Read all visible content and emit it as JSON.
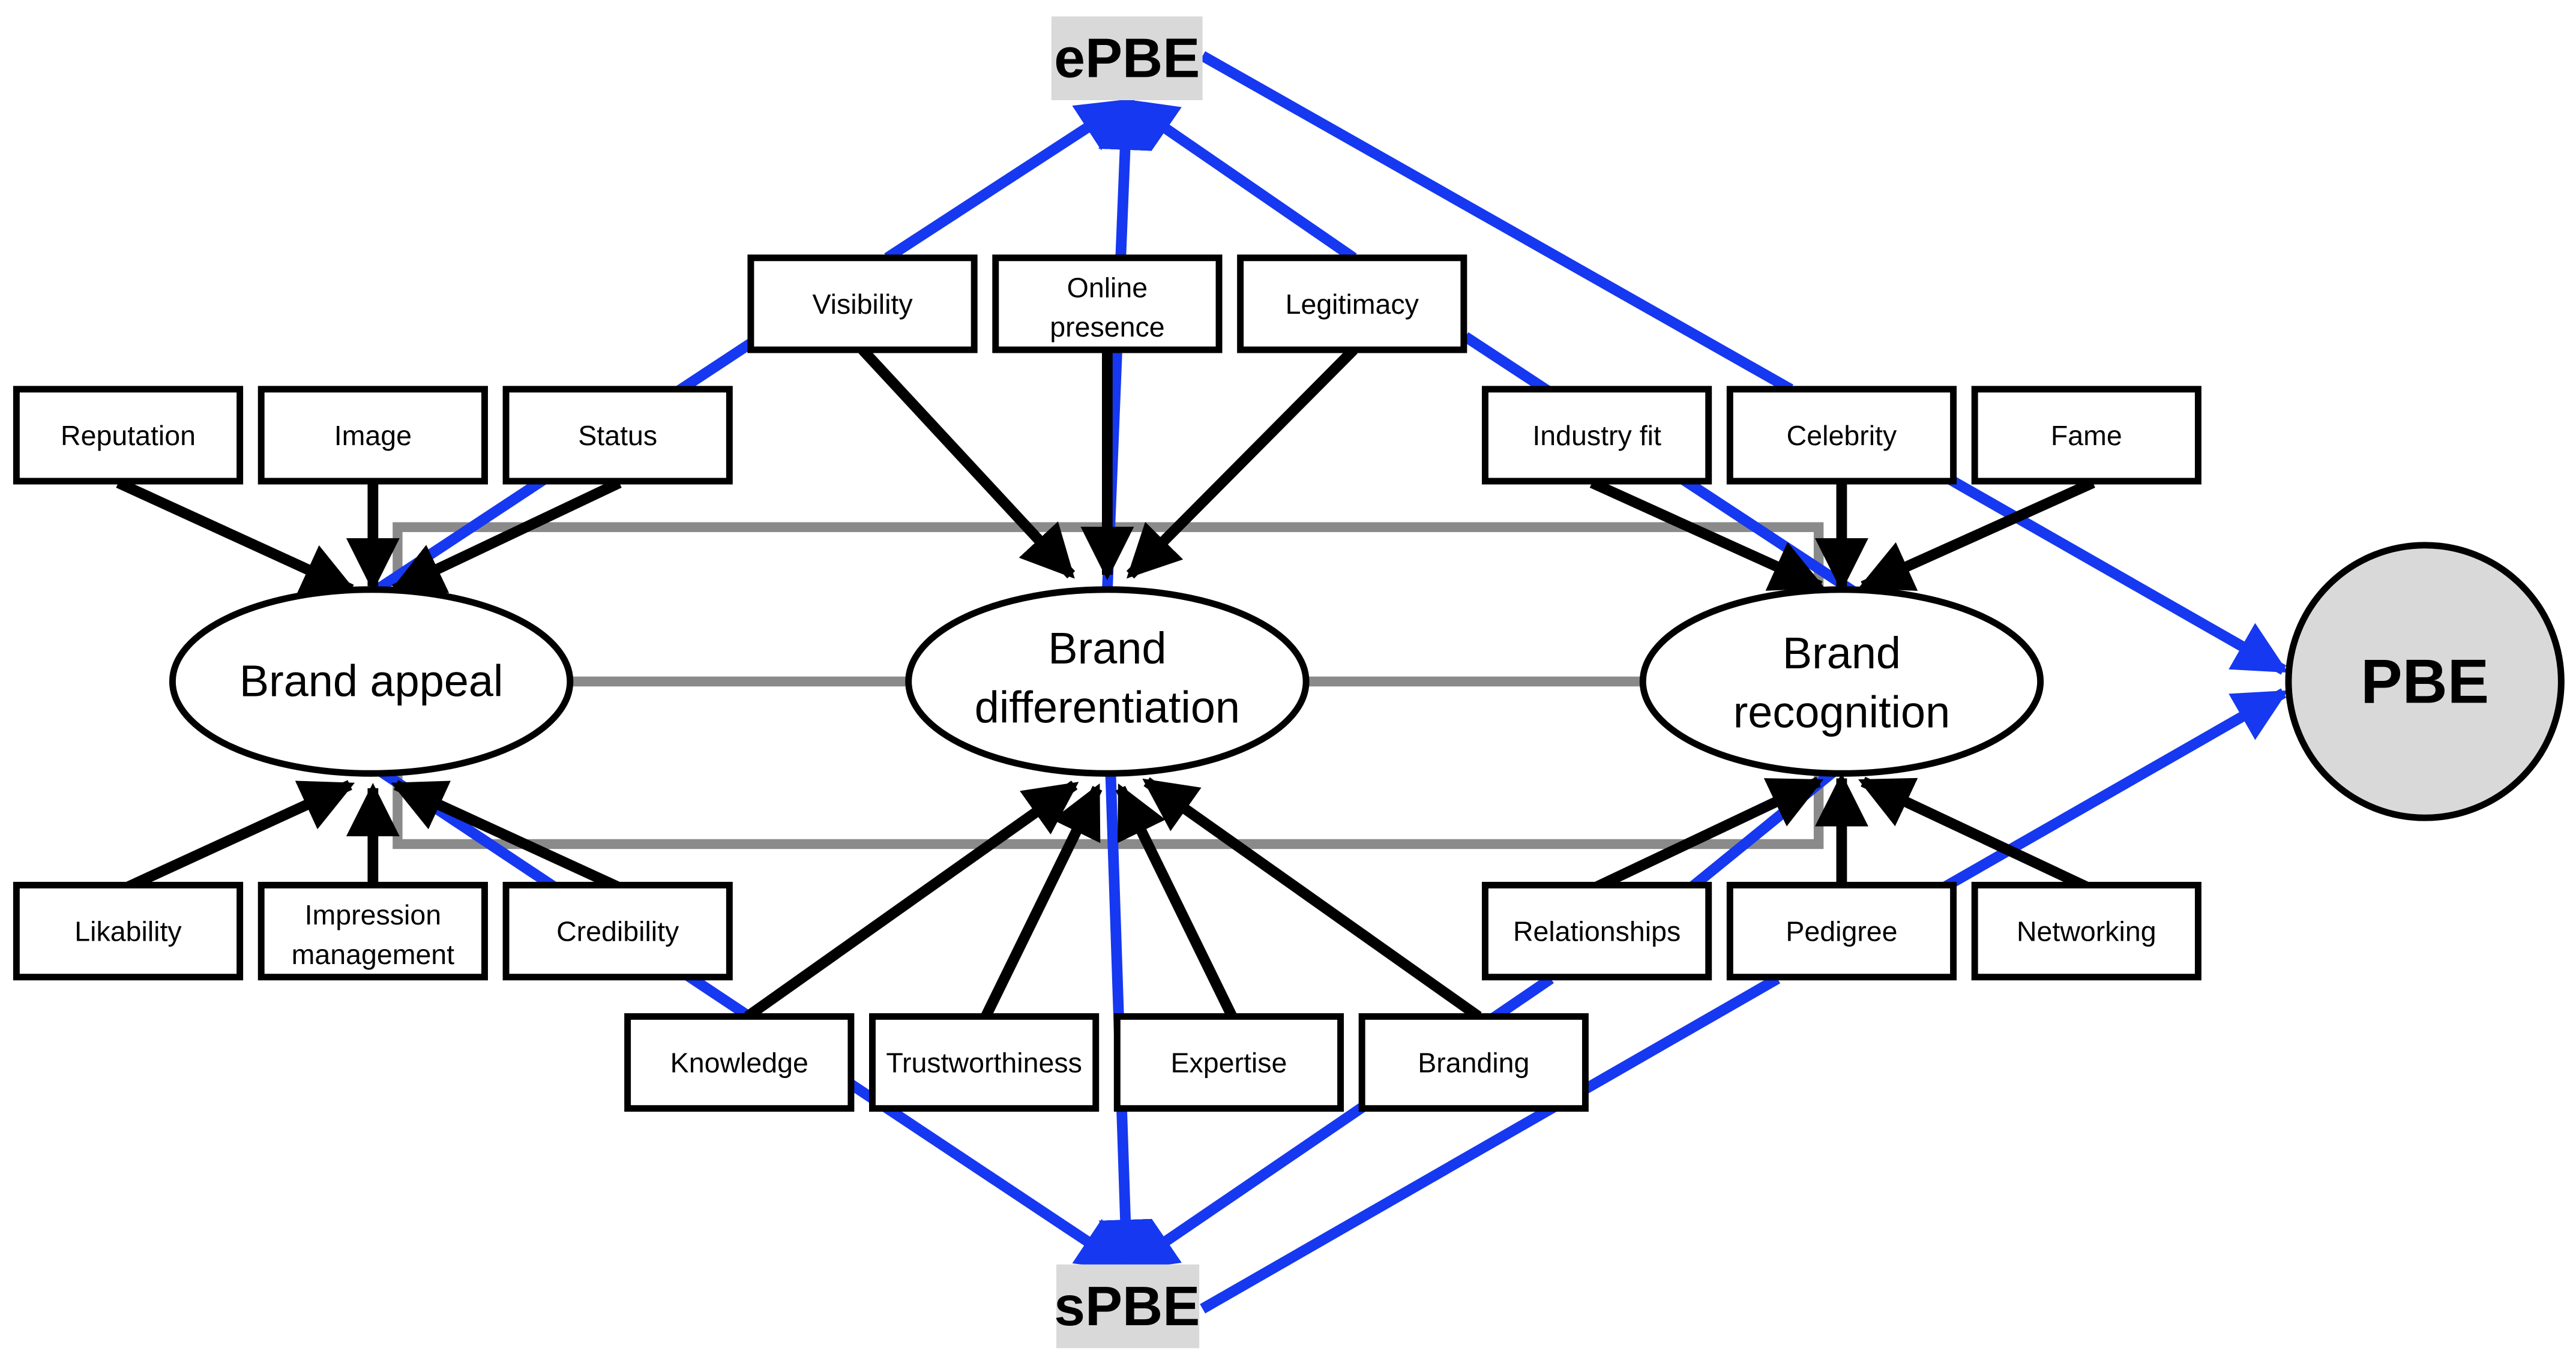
{
  "nodes": {
    "epbe": "ePBE",
    "spbe": "sPBE",
    "pbe": "PBE",
    "brand_appeal": "Brand appeal",
    "brand_differentiation": [
      "Brand",
      "differentiation"
    ],
    "brand_recognition": [
      "Brand",
      "recognition"
    ],
    "visibility": "Visibility",
    "online_presence": [
      "Online",
      "presence"
    ],
    "legitimacy": "Legitimacy",
    "reputation": "Reputation",
    "image": "Image",
    "status": "Status",
    "industry_fit": "Industry fit",
    "celebrity": "Celebrity",
    "fame": "Fame",
    "likability": "Likability",
    "impression_management": [
      "Impression",
      "management"
    ],
    "credibility": "Credibility",
    "relationships": "Relationships",
    "pedigree": "Pedigree",
    "networking": "Networking",
    "knowledge": "Knowledge",
    "trustworthiness": "Trustworthiness",
    "expertise": "Expertise",
    "branding": "Branding"
  },
  "colors": {
    "influence_arrow": "#000000",
    "outcome_arrow": "#1638f0",
    "group_frame": "#8a8a8a",
    "label_fill": "#d9d9d9",
    "pbe_fill": "#d9d9d9"
  }
}
